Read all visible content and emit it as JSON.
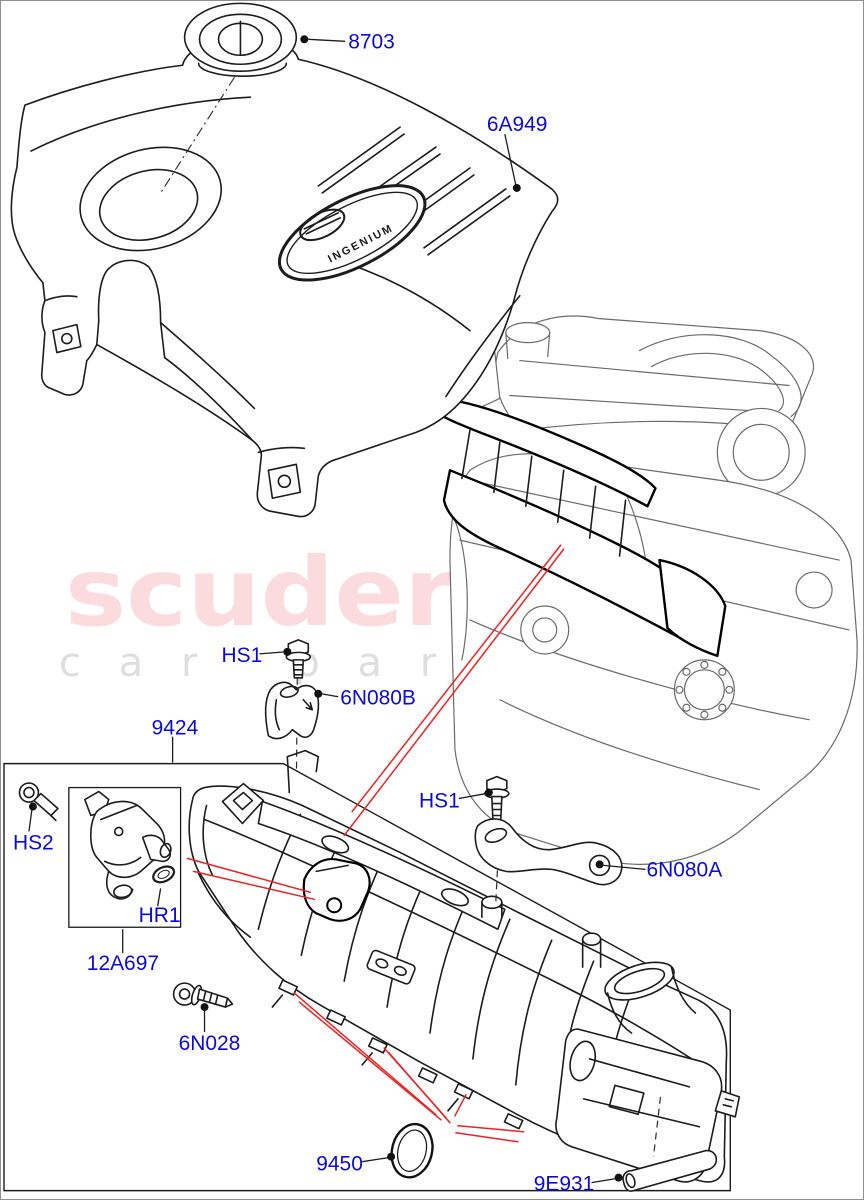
{
  "page": {
    "background": "#ffffff",
    "border_color": "#8f8f8f"
  },
  "colors": {
    "callout_blue": "#0a0ae0",
    "line_black": "#1c1c1c",
    "engine_gray": "#6b6b6b",
    "reference_red": "#ee2222",
    "watermark_pink": "#fbdbde",
    "watermark_gray": "#dedede",
    "flag_gray": "#d9d9d9"
  },
  "watermark": {
    "brand": "scuderia",
    "tagline_left": "car",
    "tagline_right": "parts"
  },
  "badge": {
    "text": "INGENIUM"
  },
  "callouts": [
    {
      "text": "8703"
    },
    {
      "text": "6A949"
    },
    {
      "text": "HS1"
    },
    {
      "text": "6N080B"
    },
    {
      "text": "9424"
    },
    {
      "text": "HS2"
    },
    {
      "text": "HR1"
    },
    {
      "text": "12A697"
    },
    {
      "text": "6N028"
    },
    {
      "text": "HS1"
    },
    {
      "text": "6N080A"
    },
    {
      "text": "9450"
    },
    {
      "text": "9E931"
    }
  ]
}
